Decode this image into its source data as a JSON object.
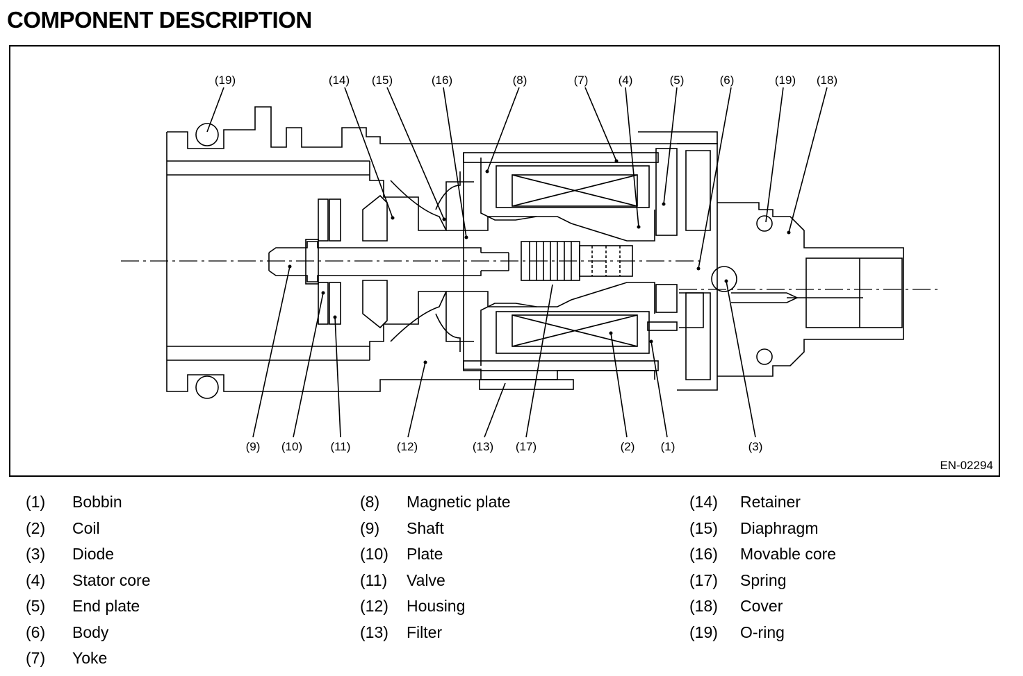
{
  "page": {
    "title": "COMPONENT DESCRIPTION"
  },
  "figure": {
    "code": "EN-02294",
    "callouts": {
      "top": [
        "(19)",
        "(14)",
        "(15)",
        "(16)",
        "(8)",
        "(7)",
        "(4)",
        "(5)",
        "(6)",
        "(19)",
        "(18)"
      ],
      "bottom": [
        "(9)",
        "(10)",
        "(11)",
        "(12)",
        "(13)",
        "(17)",
        "(2)",
        "(1)",
        "(3)"
      ]
    }
  },
  "legend": {
    "columns": [
      [
        {
          "num": "(1)",
          "name": "Bobbin"
        },
        {
          "num": "(2)",
          "name": "Coil"
        },
        {
          "num": "(3)",
          "name": "Diode"
        },
        {
          "num": "(4)",
          "name": "Stator core"
        },
        {
          "num": "(5)",
          "name": "End plate"
        },
        {
          "num": "(6)",
          "name": "Body"
        },
        {
          "num": "(7)",
          "name": "Yoke"
        }
      ],
      [
        {
          "num": "(8)",
          "name": "Magnetic plate"
        },
        {
          "num": "(9)",
          "name": "Shaft"
        },
        {
          "num": "(10)",
          "name": "Plate"
        },
        {
          "num": "(11)",
          "name": "Valve"
        },
        {
          "num": "(12)",
          "name": "Housing"
        },
        {
          "num": "(13)",
          "name": "Filter"
        }
      ],
      [
        {
          "num": "(14)",
          "name": "Retainer"
        },
        {
          "num": "(15)",
          "name": "Diaphragm"
        },
        {
          "num": "(16)",
          "name": "Movable core"
        },
        {
          "num": "(17)",
          "name": "Spring"
        },
        {
          "num": "(18)",
          "name": "Cover"
        },
        {
          "num": "(19)",
          "name": "O-ring"
        }
      ]
    ]
  }
}
